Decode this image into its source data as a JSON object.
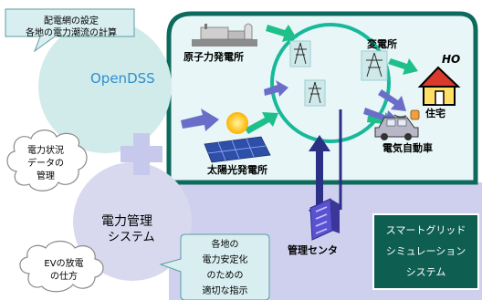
{
  "opendss": {
    "name": "OpenDSS",
    "callout_line1": "配電網の設定",
    "callout_line2": "各地の電力潮流の計算"
  },
  "ems": {
    "name_line1": "電力管理",
    "name_line2": "システム",
    "callout_lines": [
      "各地の",
      "電力安定化",
      "のための",
      "適切な指示"
    ]
  },
  "clouds": {
    "status_lines": [
      "電力状況",
      "データの",
      "管理"
    ],
    "ev_lines": [
      "EVの放電",
      "の仕方"
    ]
  },
  "nodes": {
    "nuclear": "原子力発電所",
    "substation": "変電所",
    "house": "住宅",
    "ev": "電気自動車",
    "solar": "太陽光発電所",
    "control_center": "管理センタ"
  },
  "house_badge": "HO",
  "sim_box": {
    "lines": [
      "スマートグリッド",
      "シミュレーション",
      "システム"
    ]
  },
  "colors": {
    "grid_frame": "#0e6a5c",
    "grid_fill": "#e8f6f7",
    "ems_band": "#cfd0ee",
    "ring": "#18b89a",
    "ems_link": "#2b2f86",
    "arrow_green": "#1fbf8a",
    "arrow_blue": "#6a6ec8",
    "sim_box": "#0e5e52",
    "plus": "#c6c9ec"
  }
}
